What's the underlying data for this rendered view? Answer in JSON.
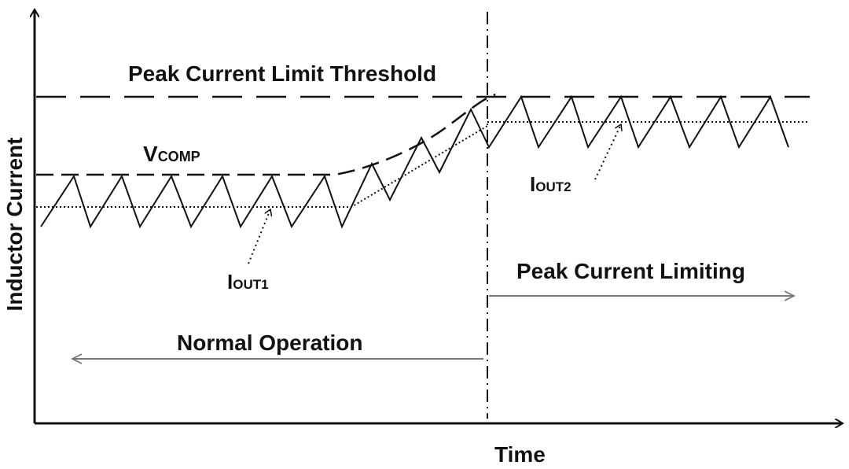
{
  "labels": {
    "threshold": "Peak Current Limit Threshold",
    "vcomp_main": "V",
    "vcomp_sub": "COMP",
    "iout1_main": "I",
    "iout1_sub": "OUT1",
    "iout2_main": "I",
    "iout2_sub": "OUT2",
    "peak_limiting": "Peak Current Limiting",
    "normal_operation": "Normal Operation",
    "x_axis": "Time",
    "y_axis": "Inductor Current"
  },
  "colors": {
    "line": "#111111",
    "region_arrow": "#777777"
  }
}
